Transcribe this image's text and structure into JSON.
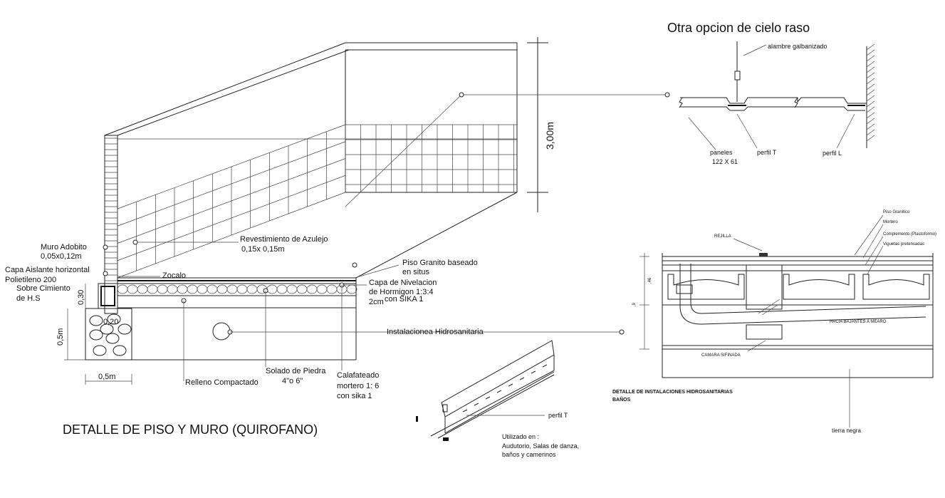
{
  "sections": {
    "floor_wall": {
      "title": "DETALLE DE PISO Y MURO (QUIROFANO)",
      "labels": {
        "height": "3,00m",
        "revestimiento_1": "Revestimiento de Azulejo",
        "revestimiento_2": "0,15x 0,15m",
        "muro_1": "Muro Adobito",
        "muro_2": "0,05x0,12m",
        "capa_aislante_1": "Capa Aislante horizontal",
        "capa_aislante_2": "Polietileno 200",
        "zocalo": "Zocalo",
        "sobre_cimiento_1": "Sobre Cimiento",
        "sobre_cimiento_2": "de H.S",
        "dim_030": "0,30",
        "dim_020": "0,20",
        "dim_05m_v": "0,5m",
        "dim_05m_h": "0,5m",
        "piso_granito_1": "Piso Granito baseado",
        "piso_granito_2": "en situs",
        "capa_nivelacion_1": "Capa de Nivelacion",
        "capa_nivelacion_2": "de Hormigon 1:3:4",
        "capa_nivelacion_3": "2cm",
        "capa_nivelacion_4": "con SIKA 1",
        "instalacion": "Instalacionea Hidrosanitaria",
        "relleno": "Relleno Compactado",
        "solado_1": "Solado de Piedra",
        "solado_2": "4\"o 6\"",
        "calafateado_1": "Calafateado",
        "calafateado_2": "mortero 1: 6",
        "calafateado_3": "con sika 1"
      }
    },
    "ceiling": {
      "title": "Otra opcion de cielo raso",
      "labels": {
        "alambre": "alambre galbanizado",
        "paneles_1": "paneles",
        "paneles_2": "122 X 61",
        "perfil_t": "perfil T",
        "perfil_l": "perfil L"
      }
    },
    "profile": {
      "labels": {
        "perfil_t": "perfil T",
        "utilizado_1": "Utilizado en :",
        "utilizado_2": "Audutorio, Salas de danza,",
        "utilizado_3": "baños y camerinos"
      }
    },
    "sanitary": {
      "title_1": "DETALLE  DE INSTALACIONES HIDROSANITARIAS",
      "title_2": "BAÑOS",
      "labels": {
        "rejilla": "REJILLA",
        "piso_granitico": "Piso Granitico",
        "mortero": "Mortero",
        "complemento": "Complemento (Plastoformo)",
        "viguetas": "Viguetas pretensadas",
        "hacia": "HACIA BAJANTES A MEARO",
        "camara": "CAMARA SIFINADA",
        "tierra": "tierra negra",
        "dim_46": ",46",
        "dim_9": ",9"
      }
    }
  }
}
